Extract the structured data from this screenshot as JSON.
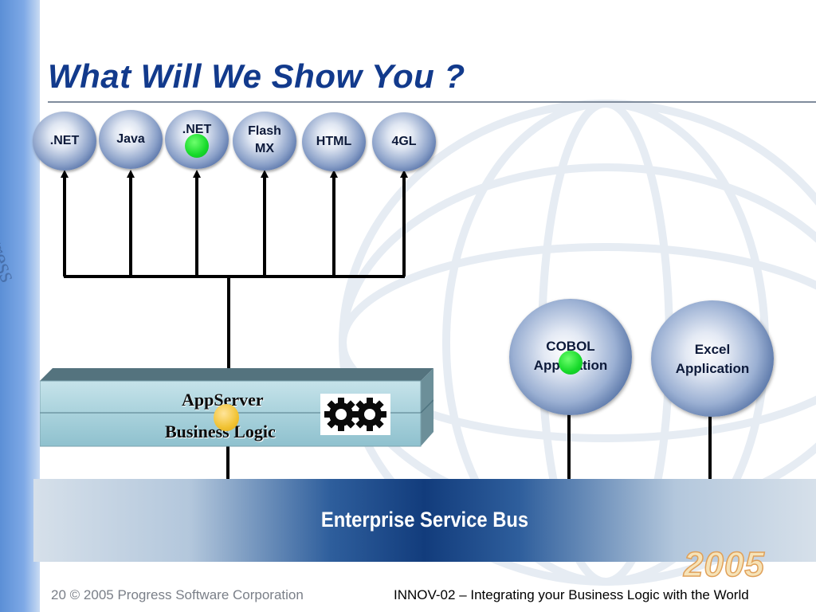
{
  "slide": {
    "title": "What Will We Show You ?",
    "footer_page": "20",
    "footer_copyright": "© 2005 Progress Software Corporation",
    "footer_session": "INNOV-02 – Integrating your Business Logic with the World",
    "year_watermark": "2005",
    "logo_text": "Progress"
  },
  "clients": [
    {
      "label": ".NET"
    },
    {
      "label": "Java"
    },
    {
      "label": ".NET"
    },
    {
      "label": "Flash\nMX"
    },
    {
      "label": "HTML"
    },
    {
      "label": "4GL"
    }
  ],
  "appserver": {
    "line1": "AppServer",
    "line2": "Business Logic",
    "icon": "gears-icon"
  },
  "applications": [
    {
      "label": "COBOL\nApplication"
    },
    {
      "label": "Excel\nApplication"
    }
  ],
  "esb": {
    "label": "Enterprise Service Bus"
  },
  "colors": {
    "title": "#123a8c",
    "node_dark": "#213f78",
    "esb_center": "#123c7c",
    "active_marker": "#16d92a",
    "appserver_marker": "#f1c232"
  }
}
